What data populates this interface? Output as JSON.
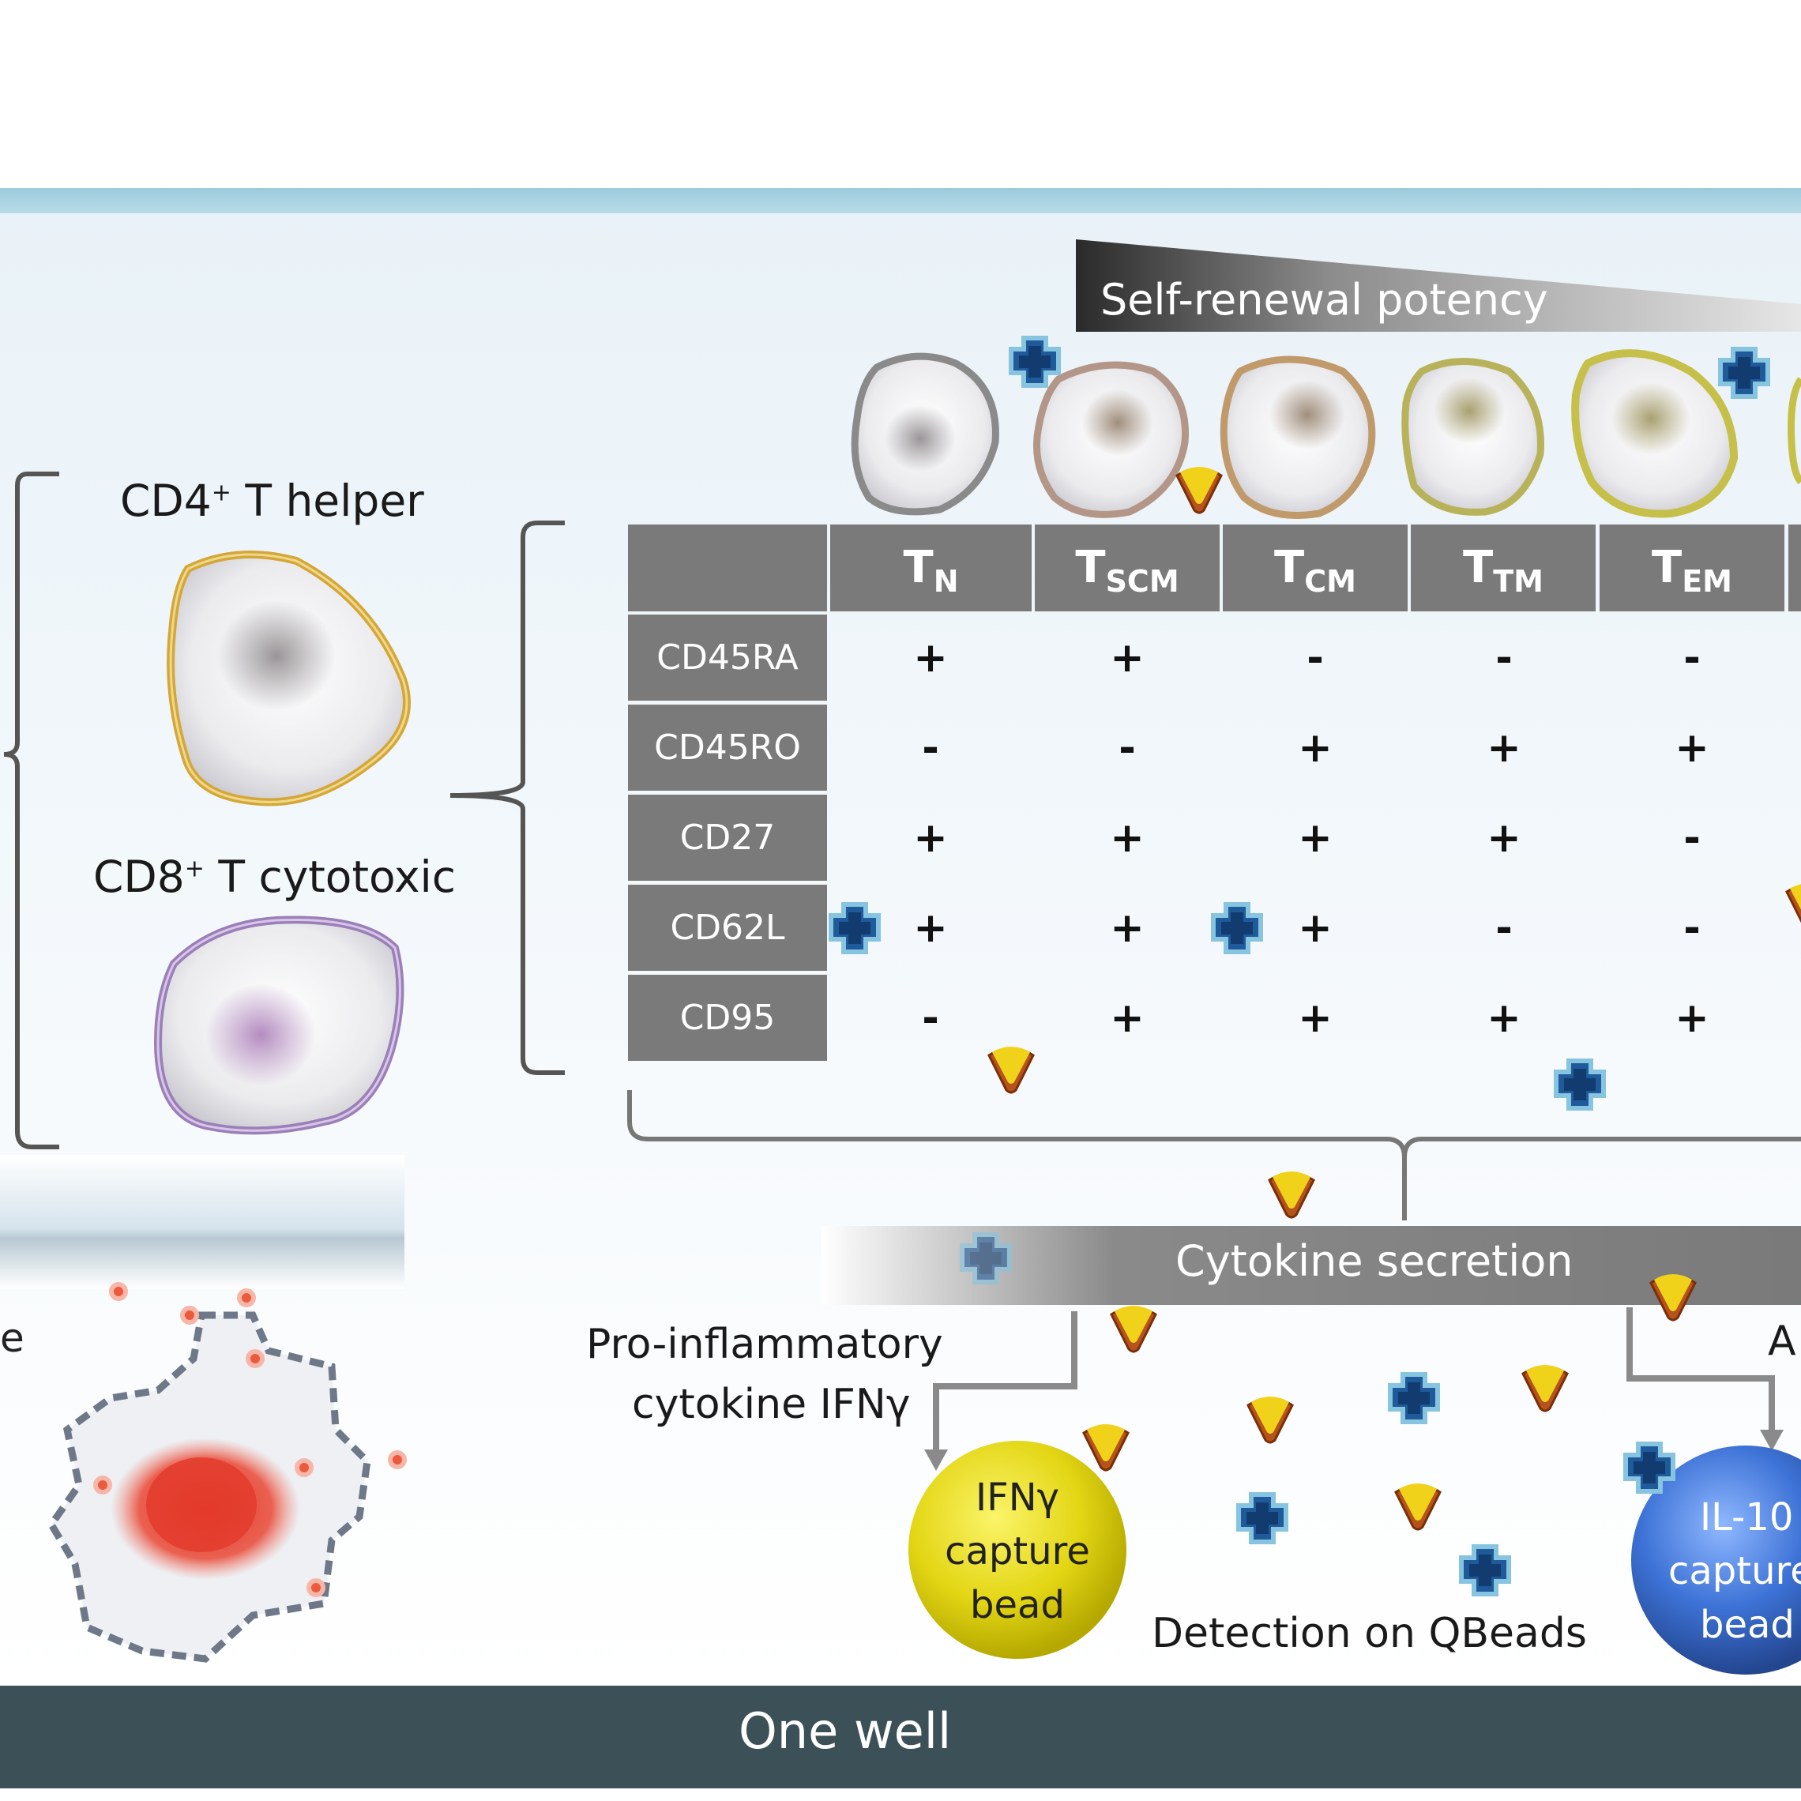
{
  "labels": {
    "cd4_prefix": "CD4",
    "cd4_sup": "+",
    "cd4_suffix": " T helper",
    "cd8_prefix": "CD8",
    "cd8_sup": "+",
    "cd8_suffix": " T cytotoxic",
    "self_renewal": "Self-renewal potency",
    "cytokine_secretion": "Cytokine secretion",
    "pro_inflammatory_line1": "Pro-inflammatory",
    "pro_inflammatory_line2": "cytokine IFNγ",
    "anti_cut": "A",
    "left_cut": "e",
    "detection": "Detection on QBeads",
    "one_well": "One well"
  },
  "beads": {
    "ifng": [
      "IFNγ",
      "capture",
      "bead"
    ],
    "il10": [
      "IL-10",
      "capture",
      "bead"
    ]
  },
  "table": {
    "columns": [
      {
        "main": "T",
        "sub": "N"
      },
      {
        "main": "T",
        "sub": "SCM"
      },
      {
        "main": "T",
        "sub": "CM"
      },
      {
        "main": "T",
        "sub": "TM"
      },
      {
        "main": "T",
        "sub": "EM"
      }
    ],
    "rows": [
      {
        "marker": "CD45RA",
        "values": [
          "+",
          "+",
          "-",
          "-",
          "-"
        ]
      },
      {
        "marker": "CD45RO",
        "values": [
          "-",
          "-",
          "+",
          "+",
          "+"
        ]
      },
      {
        "marker": "CD27",
        "values": [
          "+",
          "+",
          "+",
          "+",
          "-"
        ]
      },
      {
        "marker": "CD62L",
        "values": [
          "+",
          "+",
          "+",
          "-",
          "-"
        ]
      },
      {
        "marker": "CD95",
        "values": [
          "-",
          "+",
          "+",
          "+",
          "+"
        ]
      }
    ]
  },
  "colors": {
    "top_band": "#a9d2e0",
    "bottom_bar": "#3c5058",
    "table_grey": "#7a7a7a",
    "ifng_bead": "#e6dc14",
    "il10_bead": "#3a6fd0",
    "tumor_nucleus": "#e04a3a"
  }
}
